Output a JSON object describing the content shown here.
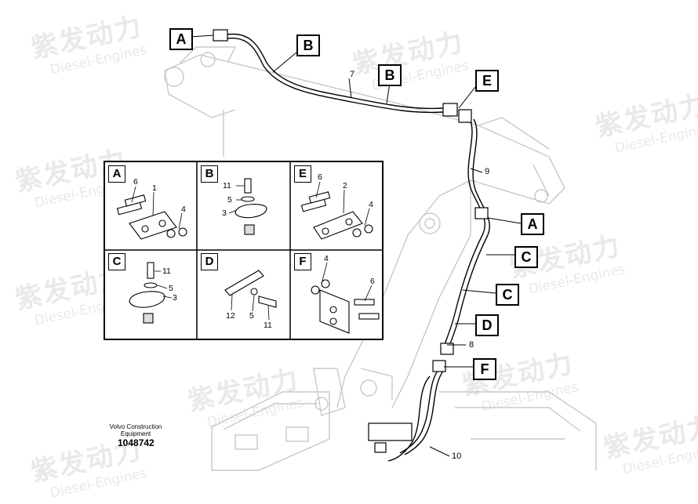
{
  "watermark": {
    "cn": "紫发动力",
    "en": "Diesel-Engines"
  },
  "callouts": [
    "A",
    "B",
    "B",
    "E",
    "A",
    "C",
    "C",
    "D",
    "F"
  ],
  "part_numbers": [
    "7",
    "9",
    "8",
    "10"
  ],
  "detail_panels": [
    {
      "letter": "A",
      "numbers": [
        "6",
        "1",
        "4"
      ]
    },
    {
      "letter": "B",
      "numbers": [
        "11",
        "5",
        "3"
      ]
    },
    {
      "letter": "E",
      "numbers": [
        "6",
        "2",
        "4"
      ]
    },
    {
      "letter": "C",
      "numbers": [
        "11",
        "5",
        "3"
      ]
    },
    {
      "letter": "D",
      "numbers": [
        "12",
        "5",
        "11"
      ]
    },
    {
      "letter": "F",
      "numbers": [
        "4",
        "6"
      ]
    }
  ],
  "footer": {
    "brand": "Volvo Construction",
    "brand2": "Equipment",
    "doc": "1048742"
  }
}
